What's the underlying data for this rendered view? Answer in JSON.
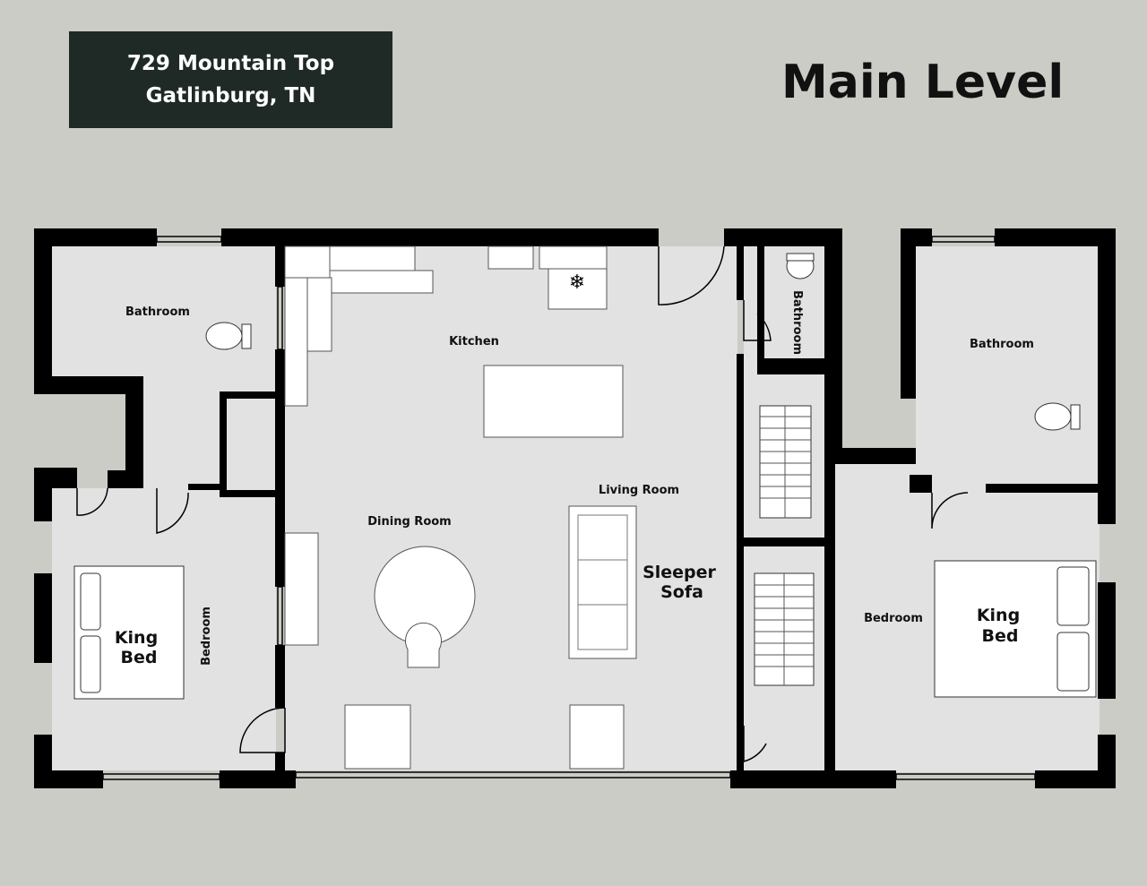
{
  "header": {
    "address_line1": "729 Mountain Top",
    "address_line2": "Gatlinburg, TN",
    "level_title": "Main Level"
  },
  "rooms": {
    "bathroom_left": "Bathroom",
    "kitchen": "Kitchen",
    "bathroom_small": "Bathroom",
    "bathroom_right": "Bathroom",
    "living_room": "Living Room",
    "dining_room": "Dining Room",
    "bedroom_left": "Bedroom",
    "bedroom_right": "Bedroom"
  },
  "furniture": {
    "king_bed_left": [
      "King",
      "Bed"
    ],
    "king_bed_right": [
      "King",
      "Bed"
    ],
    "sleeper_sofa": [
      "Sleeper",
      "Sofa"
    ]
  },
  "colors": {
    "background": "#cbccc6",
    "floor": "#e2e2e2",
    "wall": "#000000",
    "title_box": "#1f2a27"
  }
}
